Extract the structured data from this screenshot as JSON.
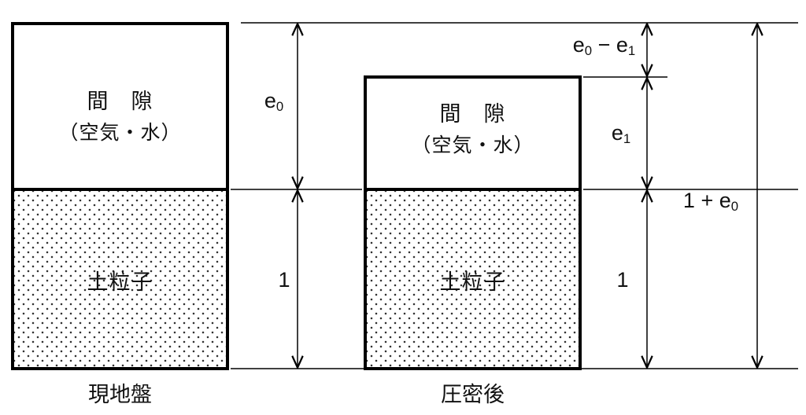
{
  "left_column": {
    "void": {
      "line1": "間　隙",
      "line2": "（空気・水）"
    },
    "soil_label": "土粒子",
    "caption": "現地盤"
  },
  "right_column": {
    "void": {
      "line1": "間　隙",
      "line2": "（空気・水）"
    },
    "soil_label": "土粒子",
    "caption": "圧密後"
  },
  "dims": {
    "e0": {
      "base": "e",
      "sub": "0"
    },
    "unit_left": "1",
    "settlement": {
      "b1": "e",
      "s1": "0",
      "op": " − ",
      "b2": "e",
      "s2": "1"
    },
    "e1": {
      "base": "e",
      "sub": "1"
    },
    "unit_right": "1",
    "total": {
      "prefix": "1 + ",
      "base": "e",
      "sub": "0"
    }
  },
  "colors": {
    "line": "#000000",
    "dot": "#333333",
    "background": "#ffffff"
  }
}
